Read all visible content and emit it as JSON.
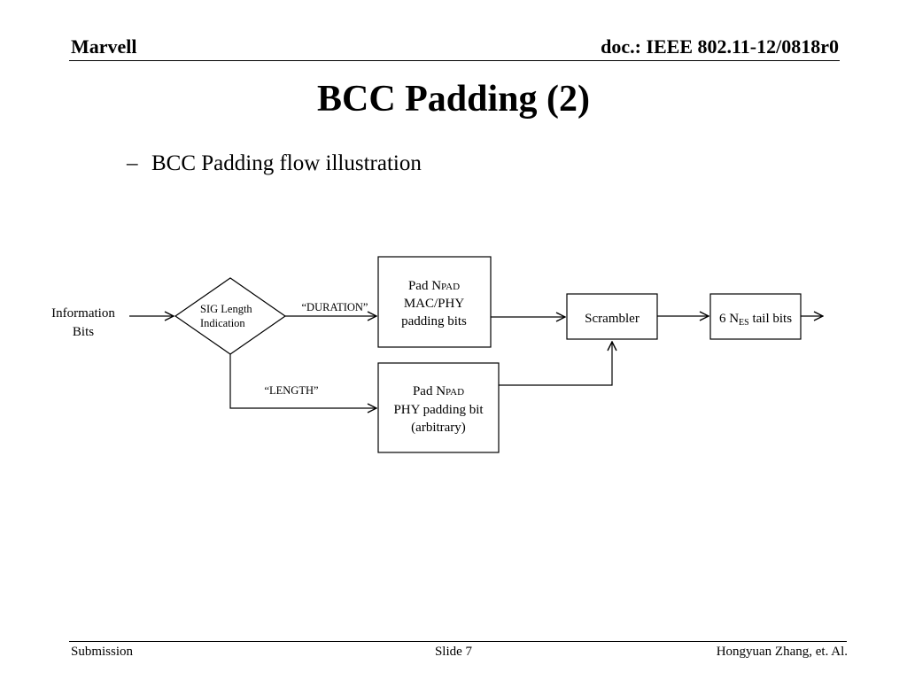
{
  "header": {
    "left": "Marvell",
    "right": "doc.: IEEE 802.11-12/0818r0"
  },
  "title": "BCC Padding (2)",
  "bullet": {
    "dash": "–",
    "text": "BCC Padding flow illustration"
  },
  "diagram": {
    "input": {
      "line1": "Information",
      "line2": "Bits"
    },
    "decision": {
      "line1": "SIG Length",
      "line2": "Indication"
    },
    "label_duration": "“DURATION”",
    "label_length": "“LENGTH”",
    "box_mac": {
      "line1_main": "Pad N",
      "line1_sub": "PAD",
      "line2": "MAC/PHY",
      "line3": "padding bits"
    },
    "box_phy": {
      "line1_main": "Pad N",
      "line1_sub": "PAD",
      "line2": "PHY padding bit",
      "line3": "(arbitrary)"
    },
    "scrambler": "Scrambler",
    "tail": {
      "prefix": "6 N",
      "sub": "ES",
      "suffix": " tail bits"
    }
  },
  "footer": {
    "left": "Submission",
    "center": "Slide 7",
    "right": "Hongyuan Zhang, et. Al."
  }
}
